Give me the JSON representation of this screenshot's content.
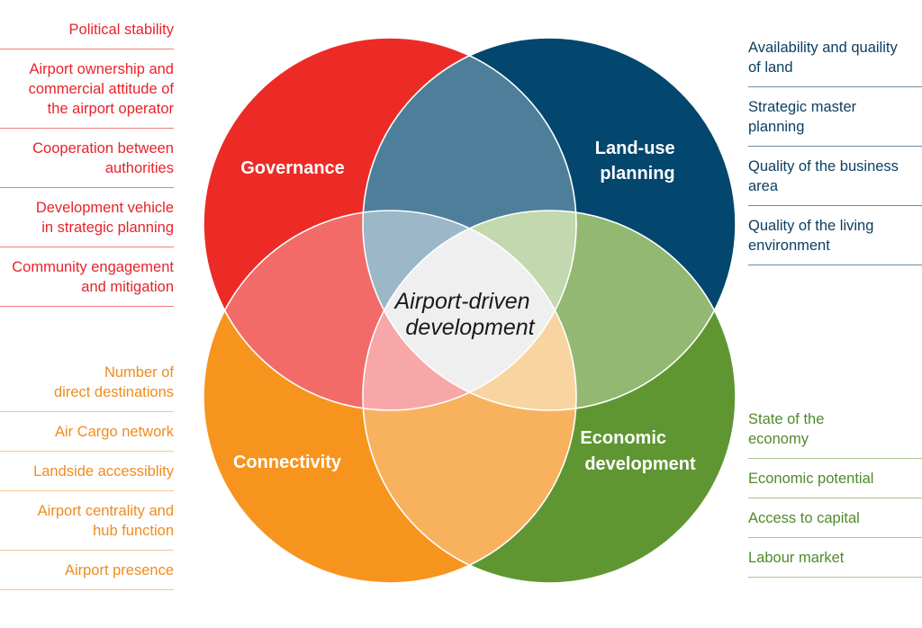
{
  "colors": {
    "governance": "#ec2b27",
    "land_use": "#03466e",
    "connectivity": "#f7941d",
    "economic": "#5f9632",
    "gov_land": "#4e7f9a",
    "land_econ": "#93b872",
    "econ_conn": "#f8b25e",
    "conn_gov": "#f26b68",
    "gov_land_econ": "#c3d8ae",
    "land_econ_conn_top": "#9bb7c8",
    "gov_conn_econ": "#f8d4a0",
    "gov_conn_land": "#f7a7a7",
    "center": "#efefef",
    "stroke": "#ffffff"
  },
  "circles": {
    "governance": {
      "label_lines": [
        "Governance"
      ]
    },
    "land_use": {
      "label_lines": [
        "Land-use",
        "planning"
      ]
    },
    "connectivity": {
      "label_lines": [
        "Connectivity"
      ]
    },
    "economic": {
      "label_lines": [
        "Economic",
        "development"
      ]
    }
  },
  "center": {
    "label_lines": [
      "Airport-driven",
      "development"
    ]
  },
  "lists": {
    "governance": {
      "color": "#e8232a",
      "rule_color": "#ee7d7d",
      "items": [
        [
          "Political stability"
        ],
        [
          "Airport ownership and",
          "commercial attitude of",
          "the airport operator"
        ],
        [
          "Cooperation between",
          "authorities"
        ],
        [
          "Development vehicle",
          "in strategic planning"
        ],
        [
          "Community engagement",
          "and mitigation"
        ]
      ]
    },
    "connectivity": {
      "color": "#ef8c1e",
      "rule_color": "#f6c894",
      "items": [
        [
          "Number of",
          "direct destinations"
        ],
        [
          "Air Cargo network"
        ],
        [
          "Landside accessiblity"
        ],
        [
          "Airport centrality and",
          "hub function"
        ],
        [
          "Airport presence"
        ]
      ]
    },
    "land_use": {
      "color": "#0d3f63",
      "rule_color": "#6b8ba3",
      "items": [
        [
          "Availability and quaility",
          "of land"
        ],
        [
          "Strategic master",
          "planning"
        ],
        [
          "Quality of the business",
          "area"
        ],
        [
          "Quality of the living",
          "environment"
        ]
      ]
    },
    "economic": {
      "color": "#4f8a2b",
      "rule_color": "#a9c690",
      "items": [
        [
          "State of the",
          "economy"
        ],
        [
          "Economic potential"
        ],
        [
          "Access to capital"
        ],
        [
          "Labour market"
        ]
      ]
    }
  }
}
